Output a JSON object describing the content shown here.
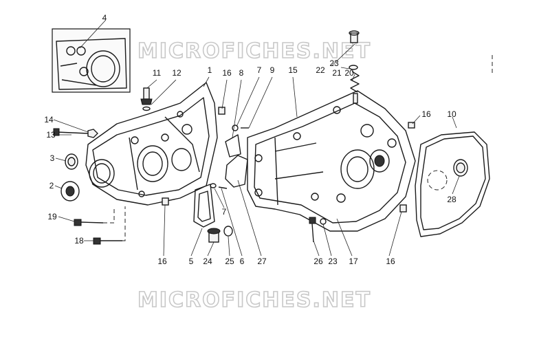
{
  "watermark": "MICROFICHES.NET",
  "callouts": [
    "1",
    "2",
    "3",
    "4",
    "5",
    "6",
    "7",
    "8",
    "9",
    "10",
    "11",
    "12",
    "13",
    "14",
    "15",
    "16",
    "17",
    "18",
    "19",
    "20",
    "21",
    "22",
    "23",
    "24",
    "25",
    "26",
    "27",
    "28"
  ]
}
